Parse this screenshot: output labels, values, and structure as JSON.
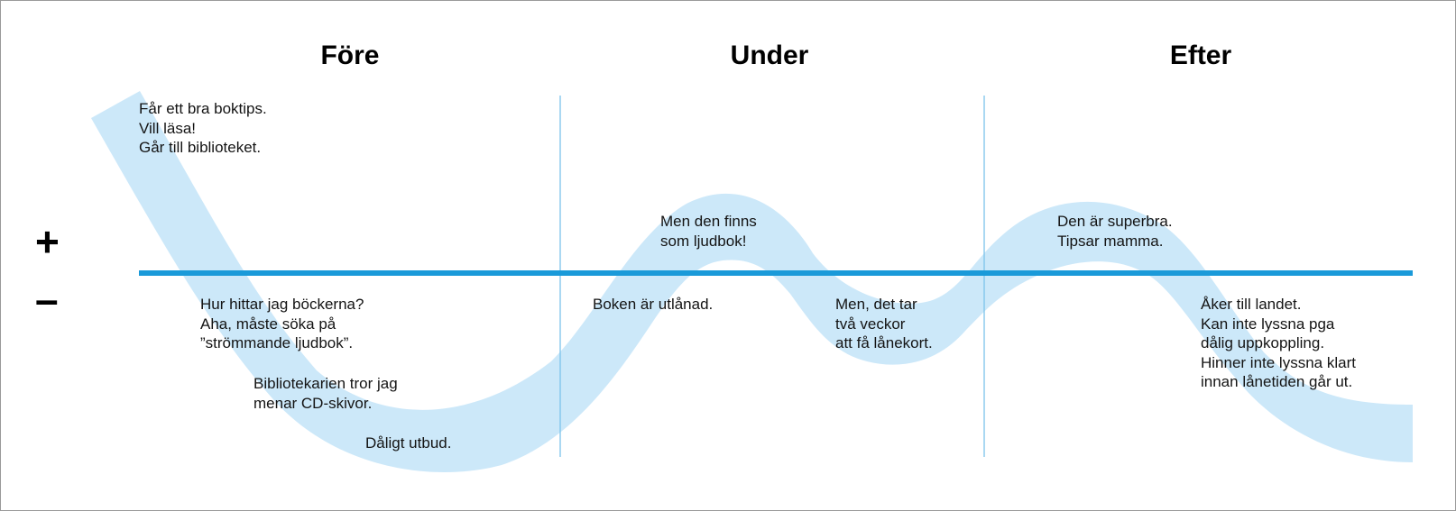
{
  "colors": {
    "axis": "#1a9ad9",
    "divider": "#7cc2ea",
    "ribbon": "#c6e6f8",
    "text": "#141414"
  },
  "phases": [
    "Före",
    "Under",
    "Efter"
  ],
  "signs": {
    "positive": "+",
    "negative": "–"
  },
  "notes": [
    "Får ett bra boktips.\nVill läsa!\nGår till biblioteket.",
    "Hur hittar jag böckerna?\nAha, måste söka på\n”strömmande ljudbok”.",
    "Bibliotekarien tror jag\nmenar CD-skivor.",
    "Dåligt utbud.",
    "Boken är utlånad.",
    "Men den finns\nsom ljudbok!",
    "Men, det tar\ntvå veckor\natt få lånekort.",
    "Den är superbra.\nTipsar mamma.",
    "Åker till landet.\nKan inte lyssna pga\ndålig uppkoppling.\nHinner inte lyssna klart\ninnan lånetiden går ut."
  ]
}
